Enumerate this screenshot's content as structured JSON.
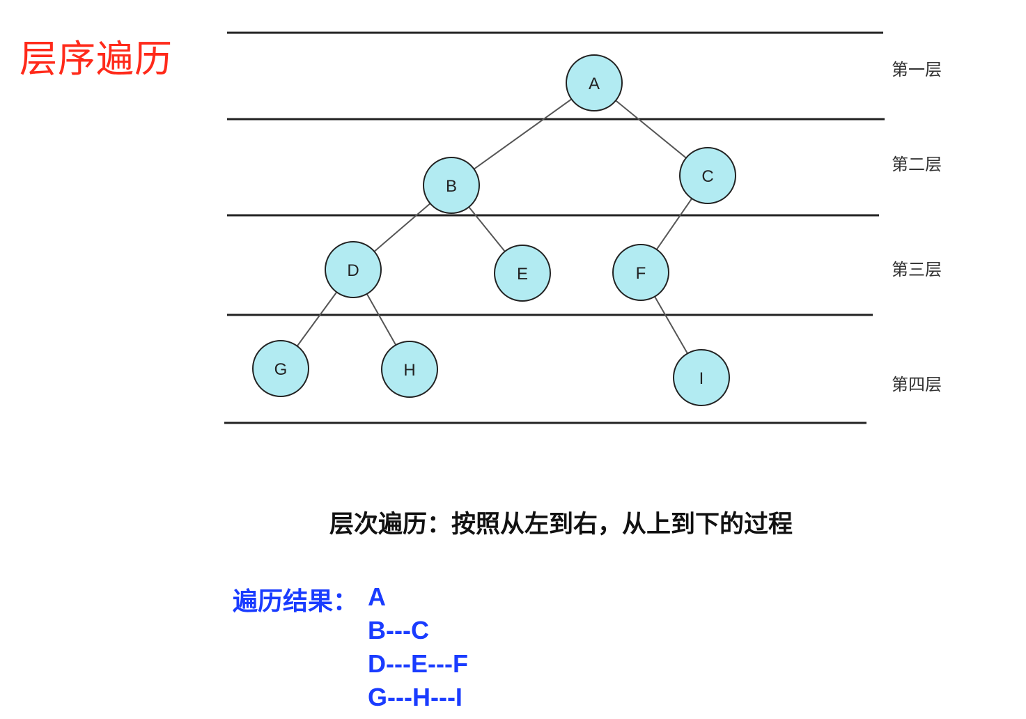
{
  "title": "层序遍历",
  "levels": [
    {
      "label": "第一层",
      "nodes": [
        "A"
      ]
    },
    {
      "label": "第二层",
      "nodes": [
        "B",
        "C"
      ]
    },
    {
      "label": "第三层",
      "nodes": [
        "D",
        "E",
        "F"
      ]
    },
    {
      "label": "第四层",
      "nodes": [
        "G",
        "H",
        "I"
      ]
    }
  ],
  "edges": [
    [
      "A",
      "B"
    ],
    [
      "A",
      "C"
    ],
    [
      "B",
      "D"
    ],
    [
      "B",
      "E"
    ],
    [
      "C",
      "F"
    ],
    [
      "D",
      "G"
    ],
    [
      "D",
      "H"
    ],
    [
      "F",
      "I"
    ]
  ],
  "caption": "层次遍历：按照从左到右，从上到下的过程",
  "result": {
    "label": "遍历结果：",
    "lines": [
      "A",
      "B---C",
      "D---E---F",
      "G---H---I"
    ]
  },
  "colors": {
    "title": "#ff2a1a",
    "node_fill": "#b2ebf2",
    "node_stroke": "#222222",
    "result": "#1a3cff"
  }
}
